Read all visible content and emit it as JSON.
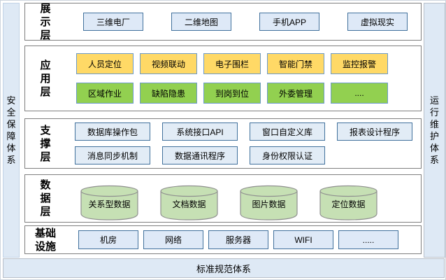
{
  "sidebars": {
    "left_label": "安\n全\n保\n障\n体\n系",
    "right_label": "运\n行\n维\n护\n体\n系"
  },
  "bottom_bar": {
    "label": "标准规范体系"
  },
  "colors": {
    "app_highlight_yellow": "#ffd966",
    "app_highlight_green": "#92d050",
    "box_blue_fill": "#dee9f7",
    "box_border_blue": "#41719c",
    "cylinder_green": "#c6e0b4",
    "pillar_blue": "#dee9f5",
    "layer_border_gray": "#7f7f7f"
  },
  "layers": {
    "presentation": {
      "label": "展\n示\n层",
      "items": [
        "三维电厂",
        "二维地图",
        "手机APP",
        "虚拟现实"
      ]
    },
    "application": {
      "label": "应\n用\n层",
      "row1": [
        "人员定位",
        "视频联动",
        "电子围栏",
        "智能门禁",
        "监控报警"
      ],
      "row2": [
        "区域作业",
        "缺陷隐患",
        "到岗到位",
        "外委管理",
        "...."
      ]
    },
    "support": {
      "label": "支\n撑\n层",
      "row1": [
        "数据库操作包",
        "系统接口API",
        "窗口自定义库",
        "报表设计程序"
      ],
      "row2": [
        "消息同步机制",
        "数据通讯程序",
        "身份权限认证"
      ]
    },
    "data": {
      "label": "数\n据\n层",
      "items": [
        "关系型数据",
        "文档数据",
        "图片数据",
        "定位数据"
      ]
    },
    "infrastructure": {
      "label": "基础\n设施",
      "items": [
        "机房",
        "网络",
        "服务器",
        "WIFI",
        "....."
      ]
    }
  }
}
